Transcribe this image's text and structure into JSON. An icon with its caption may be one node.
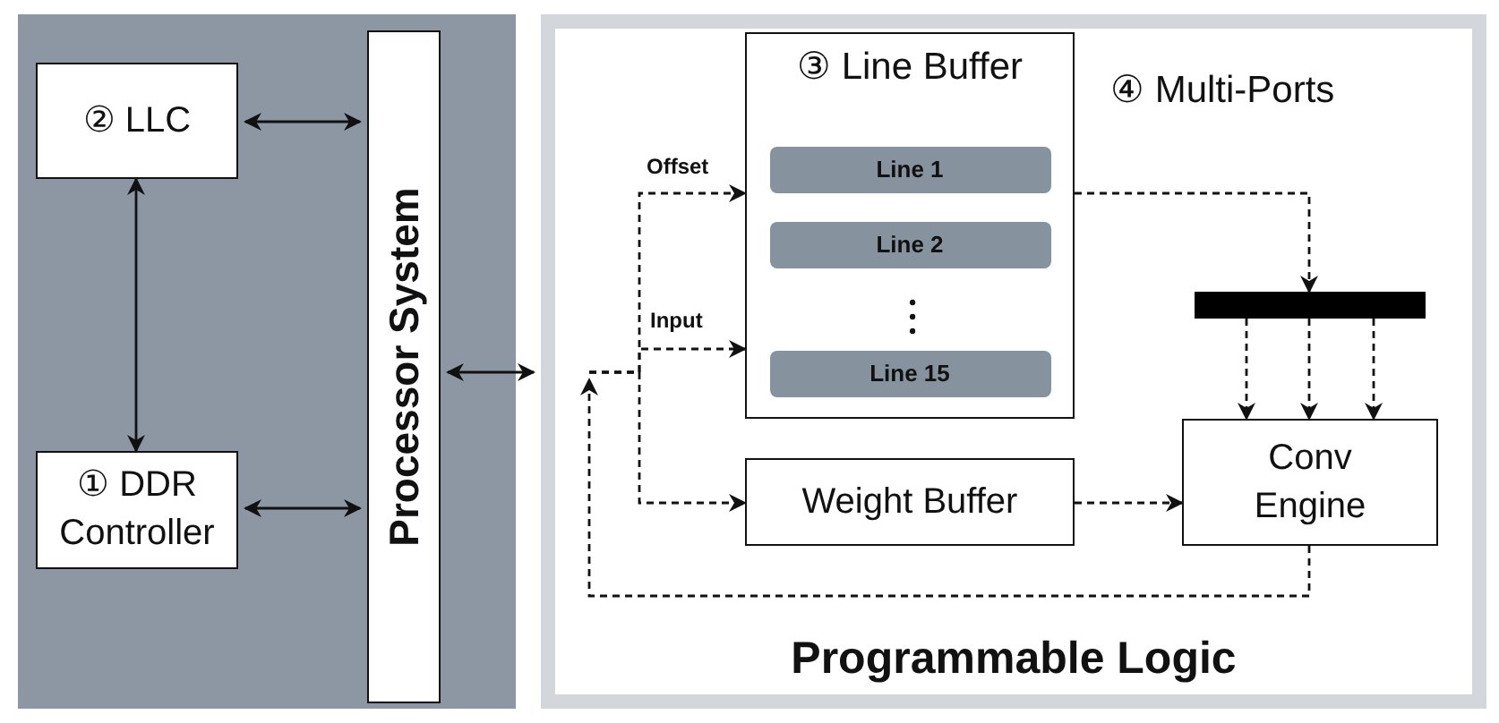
{
  "diagram": {
    "nodes": [
      {
        "text": [],
        "shape": "box"
      },
      {
        "text": [
          "② LLC"
        ],
        "in": 0
      },
      {
        "text": [
          "① DDR Controller"
        ],
        "in": 0
      },
      {
        "text": [
          "Processor System"
        ],
        "in": 0
      },
      {
        "text": [
          "Programmable Logic"
        ]
      },
      {
        "text": [
          "③ Line Buffer"
        ],
        "in": 4
      },
      {
        "text": [
          "Line 1"
        ],
        "in": 5
      },
      {
        "text": [
          "Line 2"
        ],
        "in": 5
      },
      {
        "text": [
          "Line 15"
        ],
        "in": 5
      },
      {
        "text": [
          "Weight Buffer"
        ],
        "in": 4
      },
      {
        "text": [],
        "shape": "bar",
        "in": 4
      },
      {
        "text": [
          "Conv Engine"
        ],
        "in": 4
      }
    ],
    "edges": [
      {
        "from": 1,
        "to": 2,
        "arrow": "both"
      },
      {
        "from": 1,
        "to": 3,
        "arrow": "both"
      },
      {
        "from": 2,
        "to": 3,
        "arrow": "both"
      },
      {
        "from": 3,
        "to": 4,
        "arrow": "both"
      },
      {
        "from": null,
        "to": 5,
        "arrow": "to",
        "label": "Offset",
        "style": "dashed"
      },
      {
        "from": null,
        "to": 5,
        "arrow": "to",
        "label": "Input",
        "style": "dashed"
      },
      {
        "from": null,
        "to": 9,
        "arrow": "to",
        "style": "dashed"
      },
      {
        "from": 11,
        "to": null,
        "arrow": "to",
        "style": "dashed"
      },
      {
        "from": 5,
        "to": 10,
        "arrow": "to",
        "style": "dashed"
      },
      {
        "from": 10,
        "to": 11,
        "arrow": "to",
        "style": "dashed"
      },
      {
        "from": 10,
        "to": 11,
        "arrow": "to",
        "style": "dashed"
      },
      {
        "from": 10,
        "to": 11,
        "arrow": "to",
        "style": "dashed"
      },
      {
        "from": 9,
        "to": 11,
        "arrow": "to",
        "style": "dashed"
      }
    ],
    "labels": [
      "④ Multi-Ports"
    ]
  }
}
